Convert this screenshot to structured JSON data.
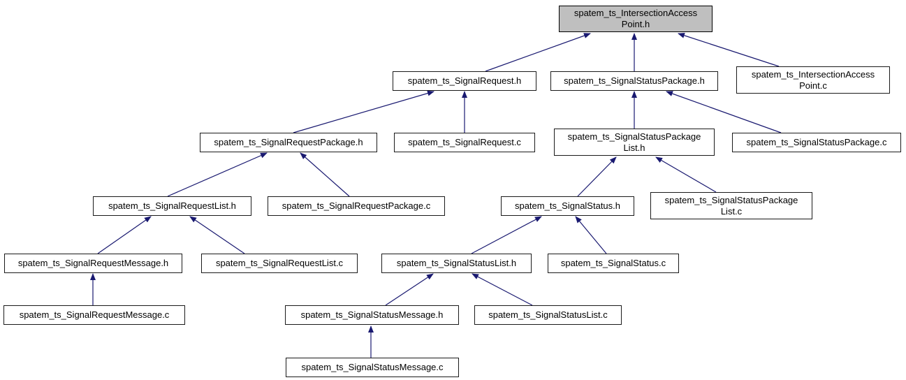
{
  "diagram": {
    "kind": "include-dependency-graph",
    "root_file": "spatem_ts_IntersectionAccessPoint.h",
    "colors": {
      "edge": "#191970",
      "node_fill": "#ffffff",
      "root_node_fill": "#bfbfbf",
      "node_border": "#1a1a1a",
      "background": "#ffffff"
    }
  },
  "nodes": [
    {
      "file": "spatem_ts_IntersectionAccessPoint.h",
      "lines": [
        "spatem_ts_IntersectionAccess",
        "Point.h"
      ],
      "highlighted": true
    },
    {
      "file": "spatem_ts_SignalRequest.h",
      "lines": [
        "spatem_ts_SignalRequest.h"
      ],
      "highlighted": false
    },
    {
      "file": "spatem_ts_SignalStatusPackage.h",
      "lines": [
        "spatem_ts_SignalStatusPackage.h"
      ],
      "highlighted": false
    },
    {
      "file": "spatem_ts_IntersectionAccessPoint.c",
      "lines": [
        "spatem_ts_IntersectionAccess",
        "Point.c"
      ],
      "highlighted": false
    },
    {
      "file": "spatem_ts_SignalRequestPackage.h",
      "lines": [
        "spatem_ts_SignalRequestPackage.h"
      ],
      "highlighted": false
    },
    {
      "file": "spatem_ts_SignalRequest.c",
      "lines": [
        "spatem_ts_SignalRequest.c"
      ],
      "highlighted": false
    },
    {
      "file": "spatem_ts_SignalStatusPackageList.h",
      "lines": [
        "spatem_ts_SignalStatusPackage",
        "List.h"
      ],
      "highlighted": false
    },
    {
      "file": "spatem_ts_SignalStatusPackage.c",
      "lines": [
        "spatem_ts_SignalStatusPackage.c"
      ],
      "highlighted": false
    },
    {
      "file": "spatem_ts_SignalRequestList.h",
      "lines": [
        "spatem_ts_SignalRequestList.h"
      ],
      "highlighted": false
    },
    {
      "file": "spatem_ts_SignalRequestPackage.c",
      "lines": [
        "spatem_ts_SignalRequestPackage.c"
      ],
      "highlighted": false
    },
    {
      "file": "spatem_ts_SignalStatus.h",
      "lines": [
        "spatem_ts_SignalStatus.h"
      ],
      "highlighted": false
    },
    {
      "file": "spatem_ts_SignalStatusPackageList.c",
      "lines": [
        "spatem_ts_SignalStatusPackage",
        "List.c"
      ],
      "highlighted": false
    },
    {
      "file": "spatem_ts_SignalRequestMessage.h",
      "lines": [
        "spatem_ts_SignalRequestMessage.h"
      ],
      "highlighted": false
    },
    {
      "file": "spatem_ts_SignalRequestList.c",
      "lines": [
        "spatem_ts_SignalRequestList.c"
      ],
      "highlighted": false
    },
    {
      "file": "spatem_ts_SignalStatusList.h",
      "lines": [
        "spatem_ts_SignalStatusList.h"
      ],
      "highlighted": false
    },
    {
      "file": "spatem_ts_SignalStatus.c",
      "lines": [
        "spatem_ts_SignalStatus.c"
      ],
      "highlighted": false
    },
    {
      "file": "spatem_ts_SignalRequestMessage.c",
      "lines": [
        "spatem_ts_SignalRequestMessage.c"
      ],
      "highlighted": false
    },
    {
      "file": "spatem_ts_SignalStatusMessage.h",
      "lines": [
        "spatem_ts_SignalStatusMessage.h"
      ],
      "highlighted": false
    },
    {
      "file": "spatem_ts_SignalStatusList.c",
      "lines": [
        "spatem_ts_SignalStatusList.c"
      ],
      "highlighted": false
    },
    {
      "file": "spatem_ts_SignalStatusMessage.c",
      "lines": [
        "spatem_ts_SignalStatusMessage.c"
      ],
      "highlighted": false
    }
  ],
  "edges": [
    {
      "from": "spatem_ts_SignalRequest.h",
      "to": "spatem_ts_IntersectionAccessPoint.h"
    },
    {
      "from": "spatem_ts_SignalStatusPackage.h",
      "to": "spatem_ts_IntersectionAccessPoint.h"
    },
    {
      "from": "spatem_ts_IntersectionAccessPoint.c",
      "to": "spatem_ts_IntersectionAccessPoint.h"
    },
    {
      "from": "spatem_ts_SignalRequestPackage.h",
      "to": "spatem_ts_SignalRequest.h"
    },
    {
      "from": "spatem_ts_SignalRequest.c",
      "to": "spatem_ts_SignalRequest.h"
    },
    {
      "from": "spatem_ts_SignalStatusPackageList.h",
      "to": "spatem_ts_SignalStatusPackage.h"
    },
    {
      "from": "spatem_ts_SignalStatusPackage.c",
      "to": "spatem_ts_SignalStatusPackage.h"
    },
    {
      "from": "spatem_ts_SignalRequestList.h",
      "to": "spatem_ts_SignalRequestPackage.h"
    },
    {
      "from": "spatem_ts_SignalRequestPackage.c",
      "to": "spatem_ts_SignalRequestPackage.h"
    },
    {
      "from": "spatem_ts_SignalStatus.h",
      "to": "spatem_ts_SignalStatusPackageList.h"
    },
    {
      "from": "spatem_ts_SignalStatusPackageList.c",
      "to": "spatem_ts_SignalStatusPackageList.h"
    },
    {
      "from": "spatem_ts_SignalRequestMessage.h",
      "to": "spatem_ts_SignalRequestList.h"
    },
    {
      "from": "spatem_ts_SignalRequestList.c",
      "to": "spatem_ts_SignalRequestList.h"
    },
    {
      "from": "spatem_ts_SignalStatusList.h",
      "to": "spatem_ts_SignalStatus.h"
    },
    {
      "from": "spatem_ts_SignalStatus.c",
      "to": "spatem_ts_SignalStatus.h"
    },
    {
      "from": "spatem_ts_SignalRequestMessage.c",
      "to": "spatem_ts_SignalRequestMessage.h"
    },
    {
      "from": "spatem_ts_SignalStatusMessage.h",
      "to": "spatem_ts_SignalStatusList.h"
    },
    {
      "from": "spatem_ts_SignalStatusList.c",
      "to": "spatem_ts_SignalStatusList.h"
    },
    {
      "from": "spatem_ts_SignalStatusMessage.c",
      "to": "spatem_ts_SignalStatusMessage.h"
    }
  ]
}
